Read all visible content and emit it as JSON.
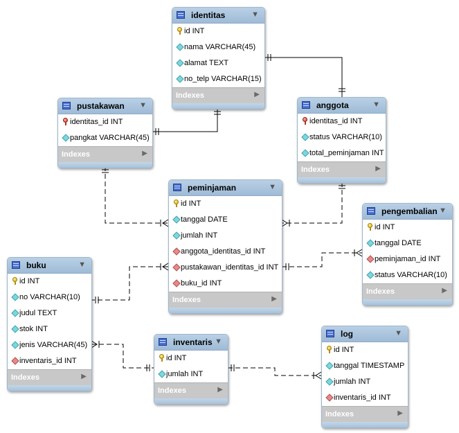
{
  "colors": {
    "header": "#a8c3dc",
    "indexes_bar": "#c8c8c8",
    "line": "#000000"
  },
  "tables": [
    {
      "name": "identitas",
      "indexes_label": "Indexes",
      "columns": [
        {
          "text": "id INT",
          "icon": "pk"
        },
        {
          "text": "nama VARCHAR(45)",
          "icon": "col"
        },
        {
          "text": "alamat TEXT",
          "icon": "col"
        },
        {
          "text": "no_telp VARCHAR(15)",
          "icon": "col"
        }
      ]
    },
    {
      "name": "pustakawan",
      "indexes_label": "Indexes",
      "columns": [
        {
          "text": "identitas_id INT",
          "icon": "fk"
        },
        {
          "text": "pangkat VARCHAR(45)",
          "icon": "col"
        }
      ]
    },
    {
      "name": "anggota",
      "indexes_label": "Indexes",
      "columns": [
        {
          "text": "identitas_id INT",
          "icon": "fk"
        },
        {
          "text": "status VARCHAR(10)",
          "icon": "col"
        },
        {
          "text": "total_peminjaman INT",
          "icon": "col"
        }
      ]
    },
    {
      "name": "peminjaman",
      "indexes_label": "Indexes",
      "columns": [
        {
          "text": "id INT",
          "icon": "pk"
        },
        {
          "text": "tanggal DATE",
          "icon": "col"
        },
        {
          "text": "jumlah INT",
          "icon": "col"
        },
        {
          "text": "anggota_identitas_id INT",
          "icon": "fkc"
        },
        {
          "text": "pustakawan_identitas_id INT",
          "icon": "fkc"
        },
        {
          "text": "buku_id INT",
          "icon": "fkc"
        }
      ]
    },
    {
      "name": "pengembalian",
      "indexes_label": "Indexes",
      "columns": [
        {
          "text": "id INT",
          "icon": "pk"
        },
        {
          "text": "tanggal DATE",
          "icon": "col"
        },
        {
          "text": "peminjaman_id INT",
          "icon": "fkc"
        },
        {
          "text": "status VARCHAR(10)",
          "icon": "col"
        }
      ]
    },
    {
      "name": "buku",
      "indexes_label": "Indexes",
      "columns": [
        {
          "text": "id INT",
          "icon": "pk"
        },
        {
          "text": "no VARCHAR(10)",
          "icon": "col"
        },
        {
          "text": "judul TEXT",
          "icon": "col"
        },
        {
          "text": "stok INT",
          "icon": "col"
        },
        {
          "text": "jenis VARCHAR(45)",
          "icon": "col"
        },
        {
          "text": "inventaris_id INT",
          "icon": "fkc"
        }
      ]
    },
    {
      "name": "inventaris",
      "indexes_label": "Indexes",
      "columns": [
        {
          "text": "id INT",
          "icon": "pk"
        },
        {
          "text": "jumlah INT",
          "icon": "col"
        }
      ]
    },
    {
      "name": "log",
      "indexes_label": "Indexes",
      "columns": [
        {
          "text": "id INT",
          "icon": "pk"
        },
        {
          "text": "tanggal TIMESTAMP",
          "icon": "col"
        },
        {
          "text": "jumlah INT",
          "icon": "col"
        },
        {
          "text": "inventaris_id INT",
          "icon": "fkc"
        }
      ]
    }
  ],
  "relationships": [
    {
      "from": "pustakawan",
      "to": "identitas",
      "type": "identifying"
    },
    {
      "from": "anggota",
      "to": "identitas",
      "type": "identifying"
    },
    {
      "from": "peminjaman",
      "to": "pustakawan",
      "type": "non-identifying"
    },
    {
      "from": "peminjaman",
      "to": "anggota",
      "type": "non-identifying"
    },
    {
      "from": "pengembalian",
      "to": "peminjaman",
      "type": "non-identifying"
    },
    {
      "from": "peminjaman",
      "to": "buku",
      "type": "non-identifying"
    },
    {
      "from": "buku",
      "to": "inventaris",
      "type": "non-identifying"
    },
    {
      "from": "log",
      "to": "inventaris",
      "type": "non-identifying"
    }
  ]
}
